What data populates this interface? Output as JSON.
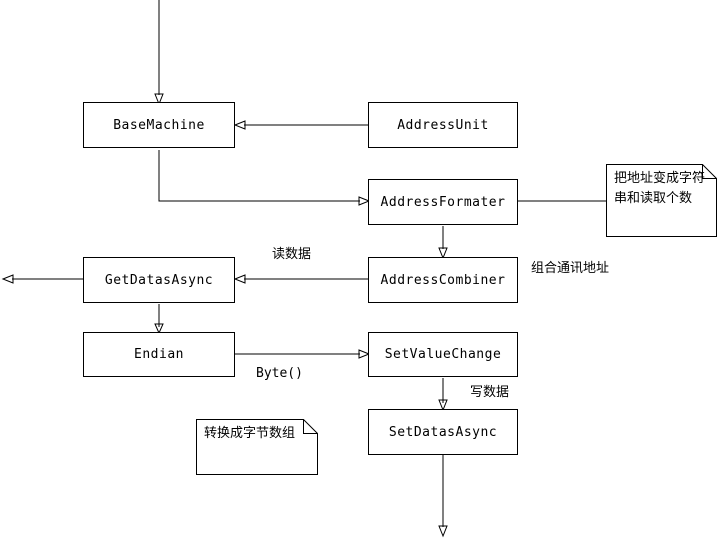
{
  "diagram": {
    "title": "",
    "nodes": [
      {
        "id": "base-machine",
        "label": "BaseMachine"
      },
      {
        "id": "address-unit",
        "label": "AddressUnit"
      },
      {
        "id": "address-formater",
        "label": "AddressFormater"
      },
      {
        "id": "address-combiner",
        "label": "AddressCombiner"
      },
      {
        "id": "get-datas-async",
        "label": "GetDatasAsync"
      },
      {
        "id": "endian",
        "label": "Endian"
      },
      {
        "id": "set-value-change",
        "label": "SetValueChange"
      },
      {
        "id": "set-datas-async",
        "label": "SetDatasAsync"
      }
    ],
    "notes": [
      {
        "id": "note-address-string",
        "text": "把地址变成字符串和读取个数"
      },
      {
        "id": "note-byte-array",
        "text": "转换成字节数组"
      }
    ],
    "edge_labels": [
      {
        "id": "label-read-data",
        "text": "读数据"
      },
      {
        "id": "label-combine-address",
        "text": "组合通讯地址"
      },
      {
        "id": "label-byte",
        "text": "Byte()"
      },
      {
        "id": "label-write-data",
        "text": "写数据"
      }
    ],
    "colors": {
      "stroke": "#000000",
      "fill": "#ffffff",
      "text": "#000000"
    }
  }
}
